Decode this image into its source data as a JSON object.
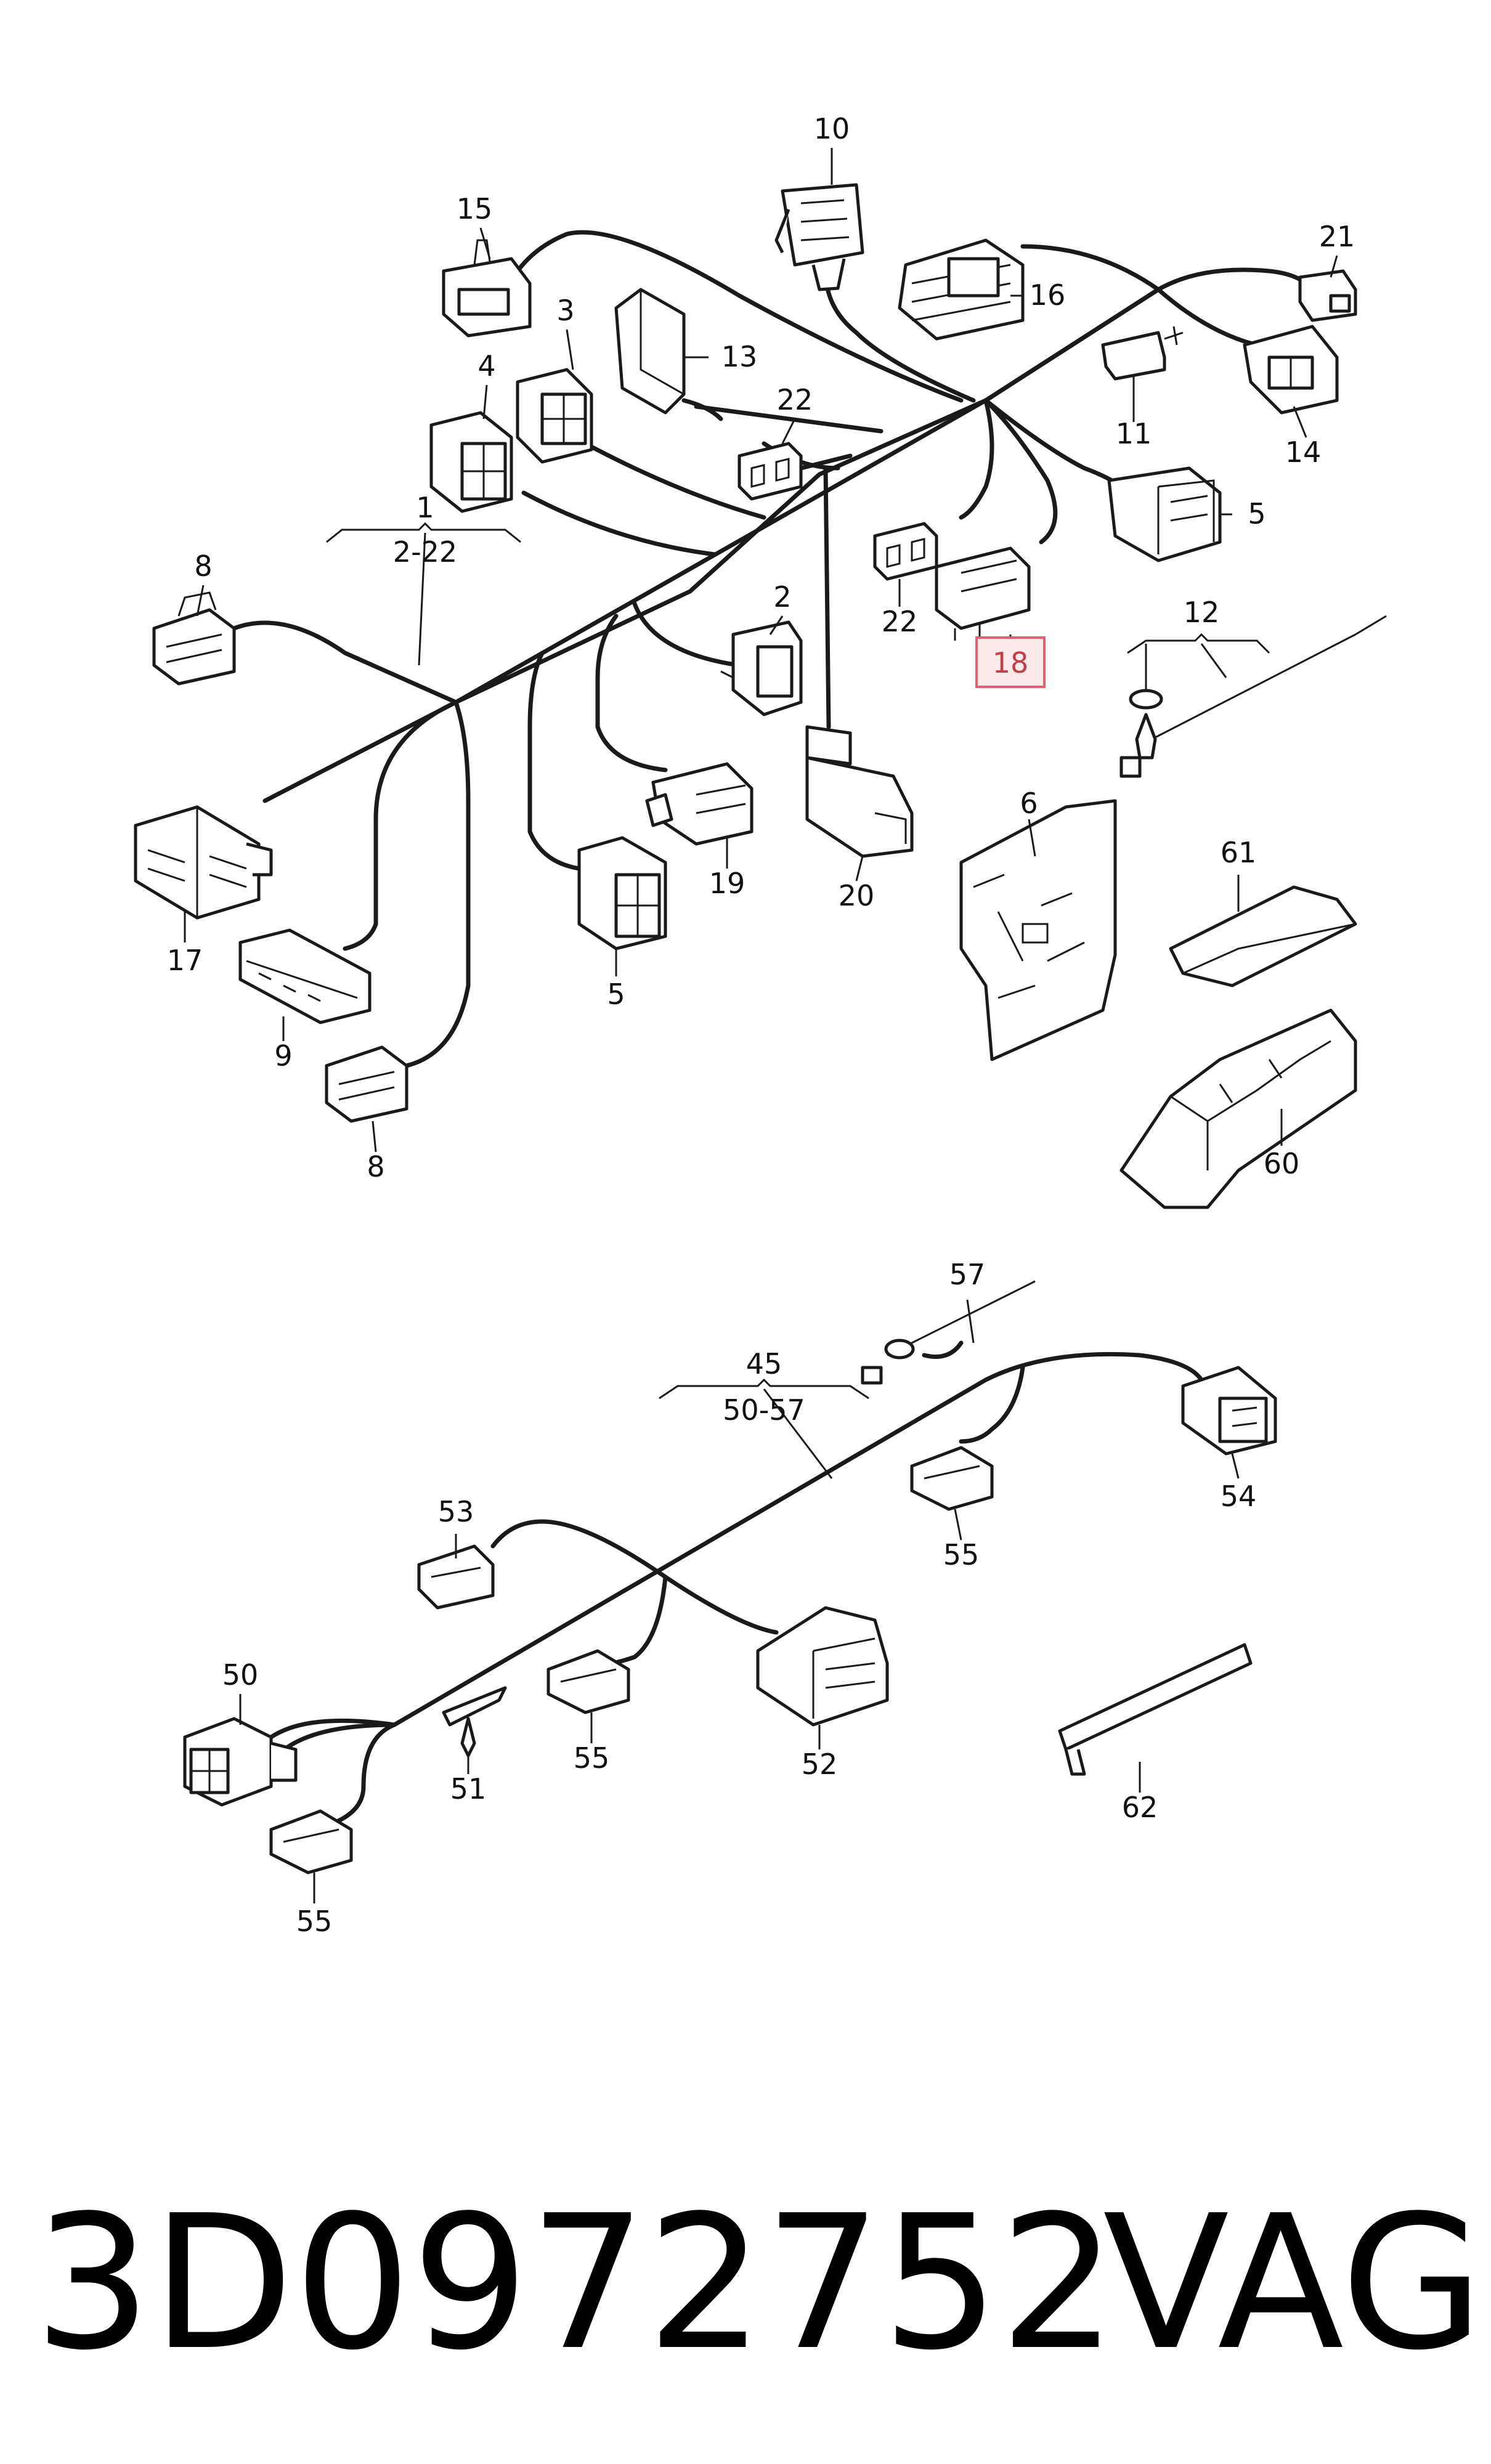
{
  "diagram": {
    "labels": {
      "p1": "1",
      "p1_range": "2-22",
      "p2": "2",
      "p3": "3",
      "p4": "4",
      "p5a": "5",
      "p5b": "5",
      "p6": "6",
      "p8a": "8",
      "p8b": "8",
      "p9": "9",
      "p10": "10",
      "p11": "11",
      "p12": "12",
      "p13": "13",
      "p14": "14",
      "p15": "15",
      "p16": "16",
      "p17": "17",
      "p18": "18",
      "p19": "19",
      "p20": "20",
      "p21": "21",
      "p22a": "22",
      "p22b": "22",
      "p45": "45",
      "p45_range": "50-57",
      "p50": "50",
      "p51": "51",
      "p52": "52",
      "p53": "53",
      "p54": "54",
      "p55a": "55",
      "p55b": "55",
      "p55c": "55",
      "p57": "57",
      "p60": "60",
      "p61": "61",
      "p62": "62"
    },
    "highlight_color": "#e06070"
  },
  "footer": {
    "part_number": "3D0972752",
    "brand": "VAG"
  }
}
